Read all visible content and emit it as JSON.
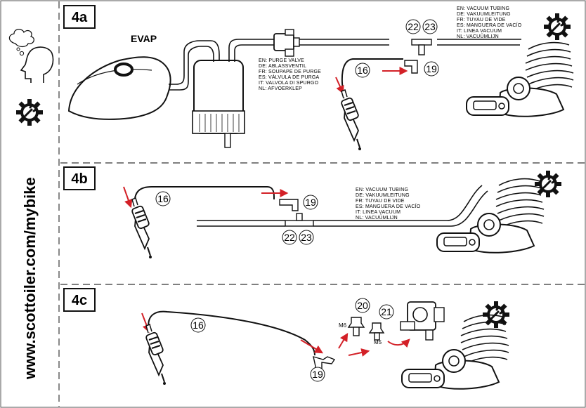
{
  "website": "www.scottoiler.com/mybike",
  "steps": {
    "a": "4a",
    "b": "4b",
    "c": "4c"
  },
  "evap_label": "EVAP",
  "purge_valve": [
    "EN: PURGE VALVE",
    "DE: ABLASSVENTIL",
    "FR: SOUPAPE DE PURGE",
    "ES: VÁLVULA DE PURGA",
    "IT: VALVOLA DI SPURGO",
    "NL: AFVOERKLEP"
  ],
  "vacuum_tubing": [
    "EN: VACUUM TUBING",
    "DE: VAKUUMLEITUNG",
    "FR: TUYAU DE VIDE",
    "ES: MANGUERA DE VACÍO",
    "IT: LINEA VACUUM",
    "NL: VACUÜMLIJN"
  ],
  "callouts": {
    "tube": "16",
    "elbow": "19",
    "tee_a": "22",
    "tee_b": "23",
    "adapter_m6": "20",
    "adapter_m5": "21"
  },
  "thread_labels": {
    "m6": "M6",
    "m5": "M5"
  },
  "colors": {
    "arrow": "#d32027",
    "line": "#111111",
    "dash": "#555555"
  }
}
